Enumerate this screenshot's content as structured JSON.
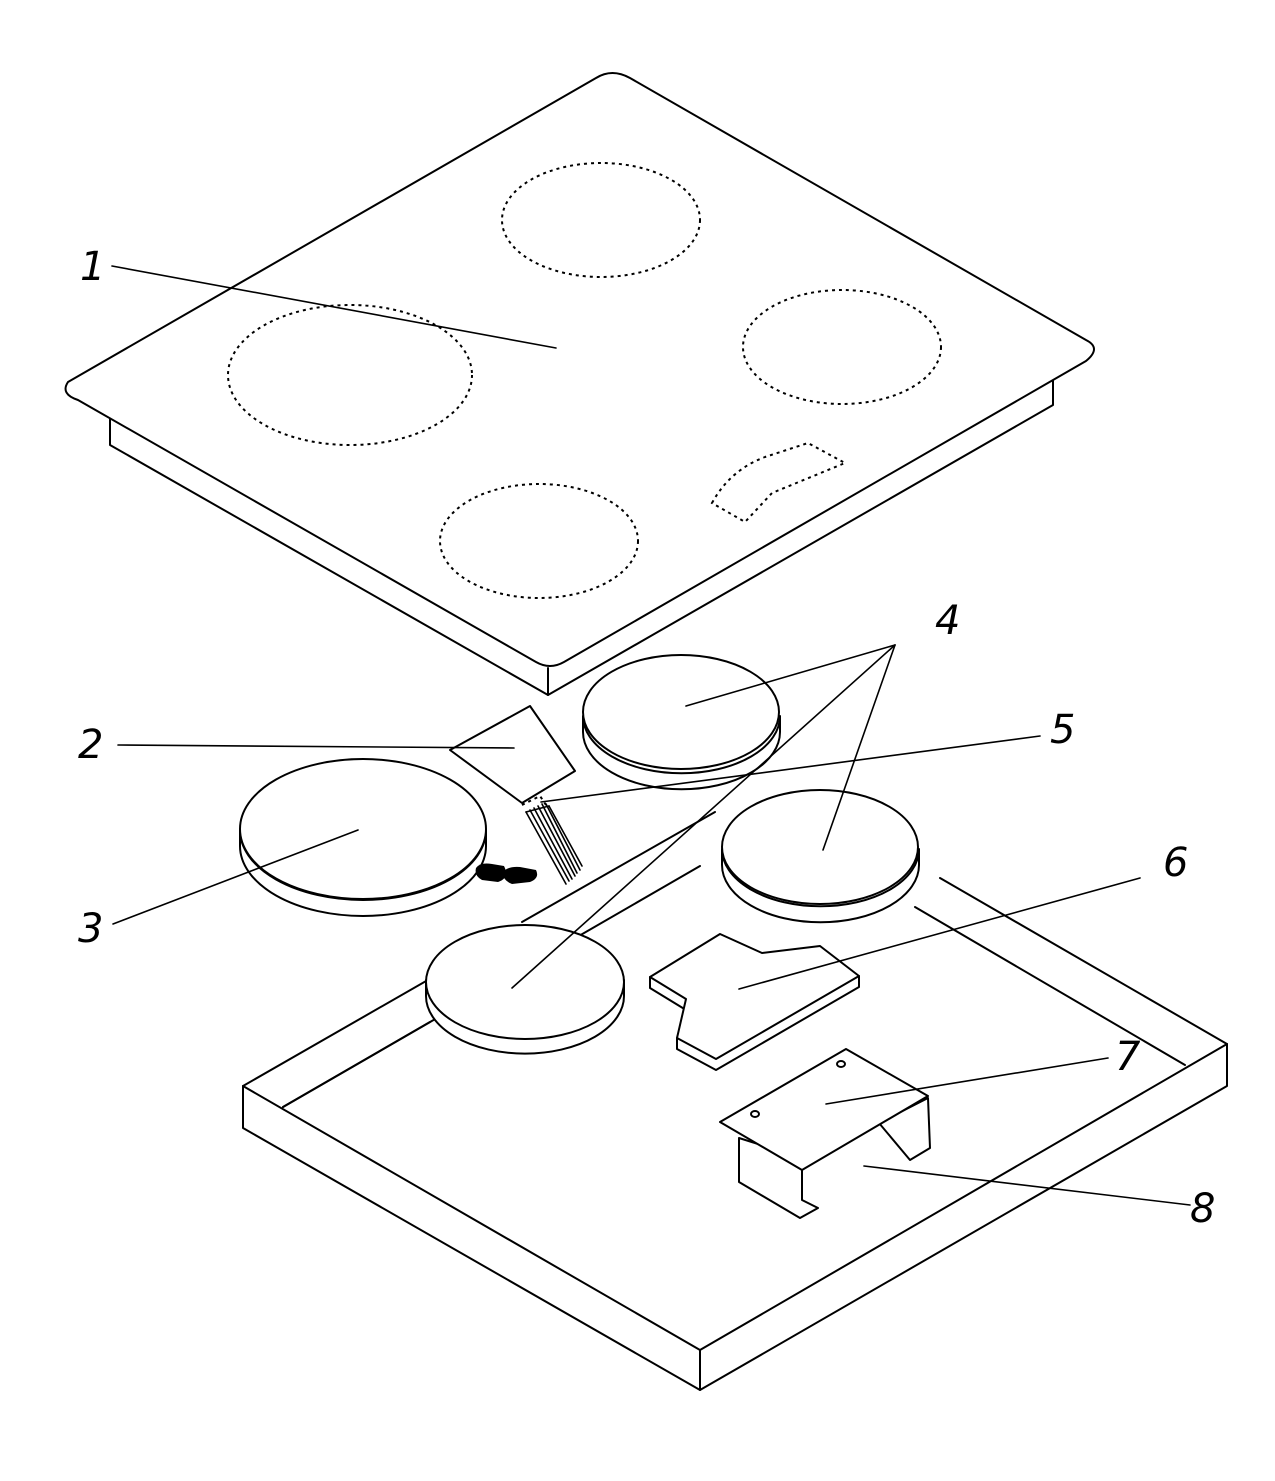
{
  "figure": {
    "labels": {
      "l1": "1",
      "l2": "2",
      "l3": "3",
      "l4": "4",
      "l5": "5",
      "l6": "6",
      "l7": "7",
      "l8": "8"
    },
    "line_color": "#000000",
    "background": "#ffffff"
  }
}
